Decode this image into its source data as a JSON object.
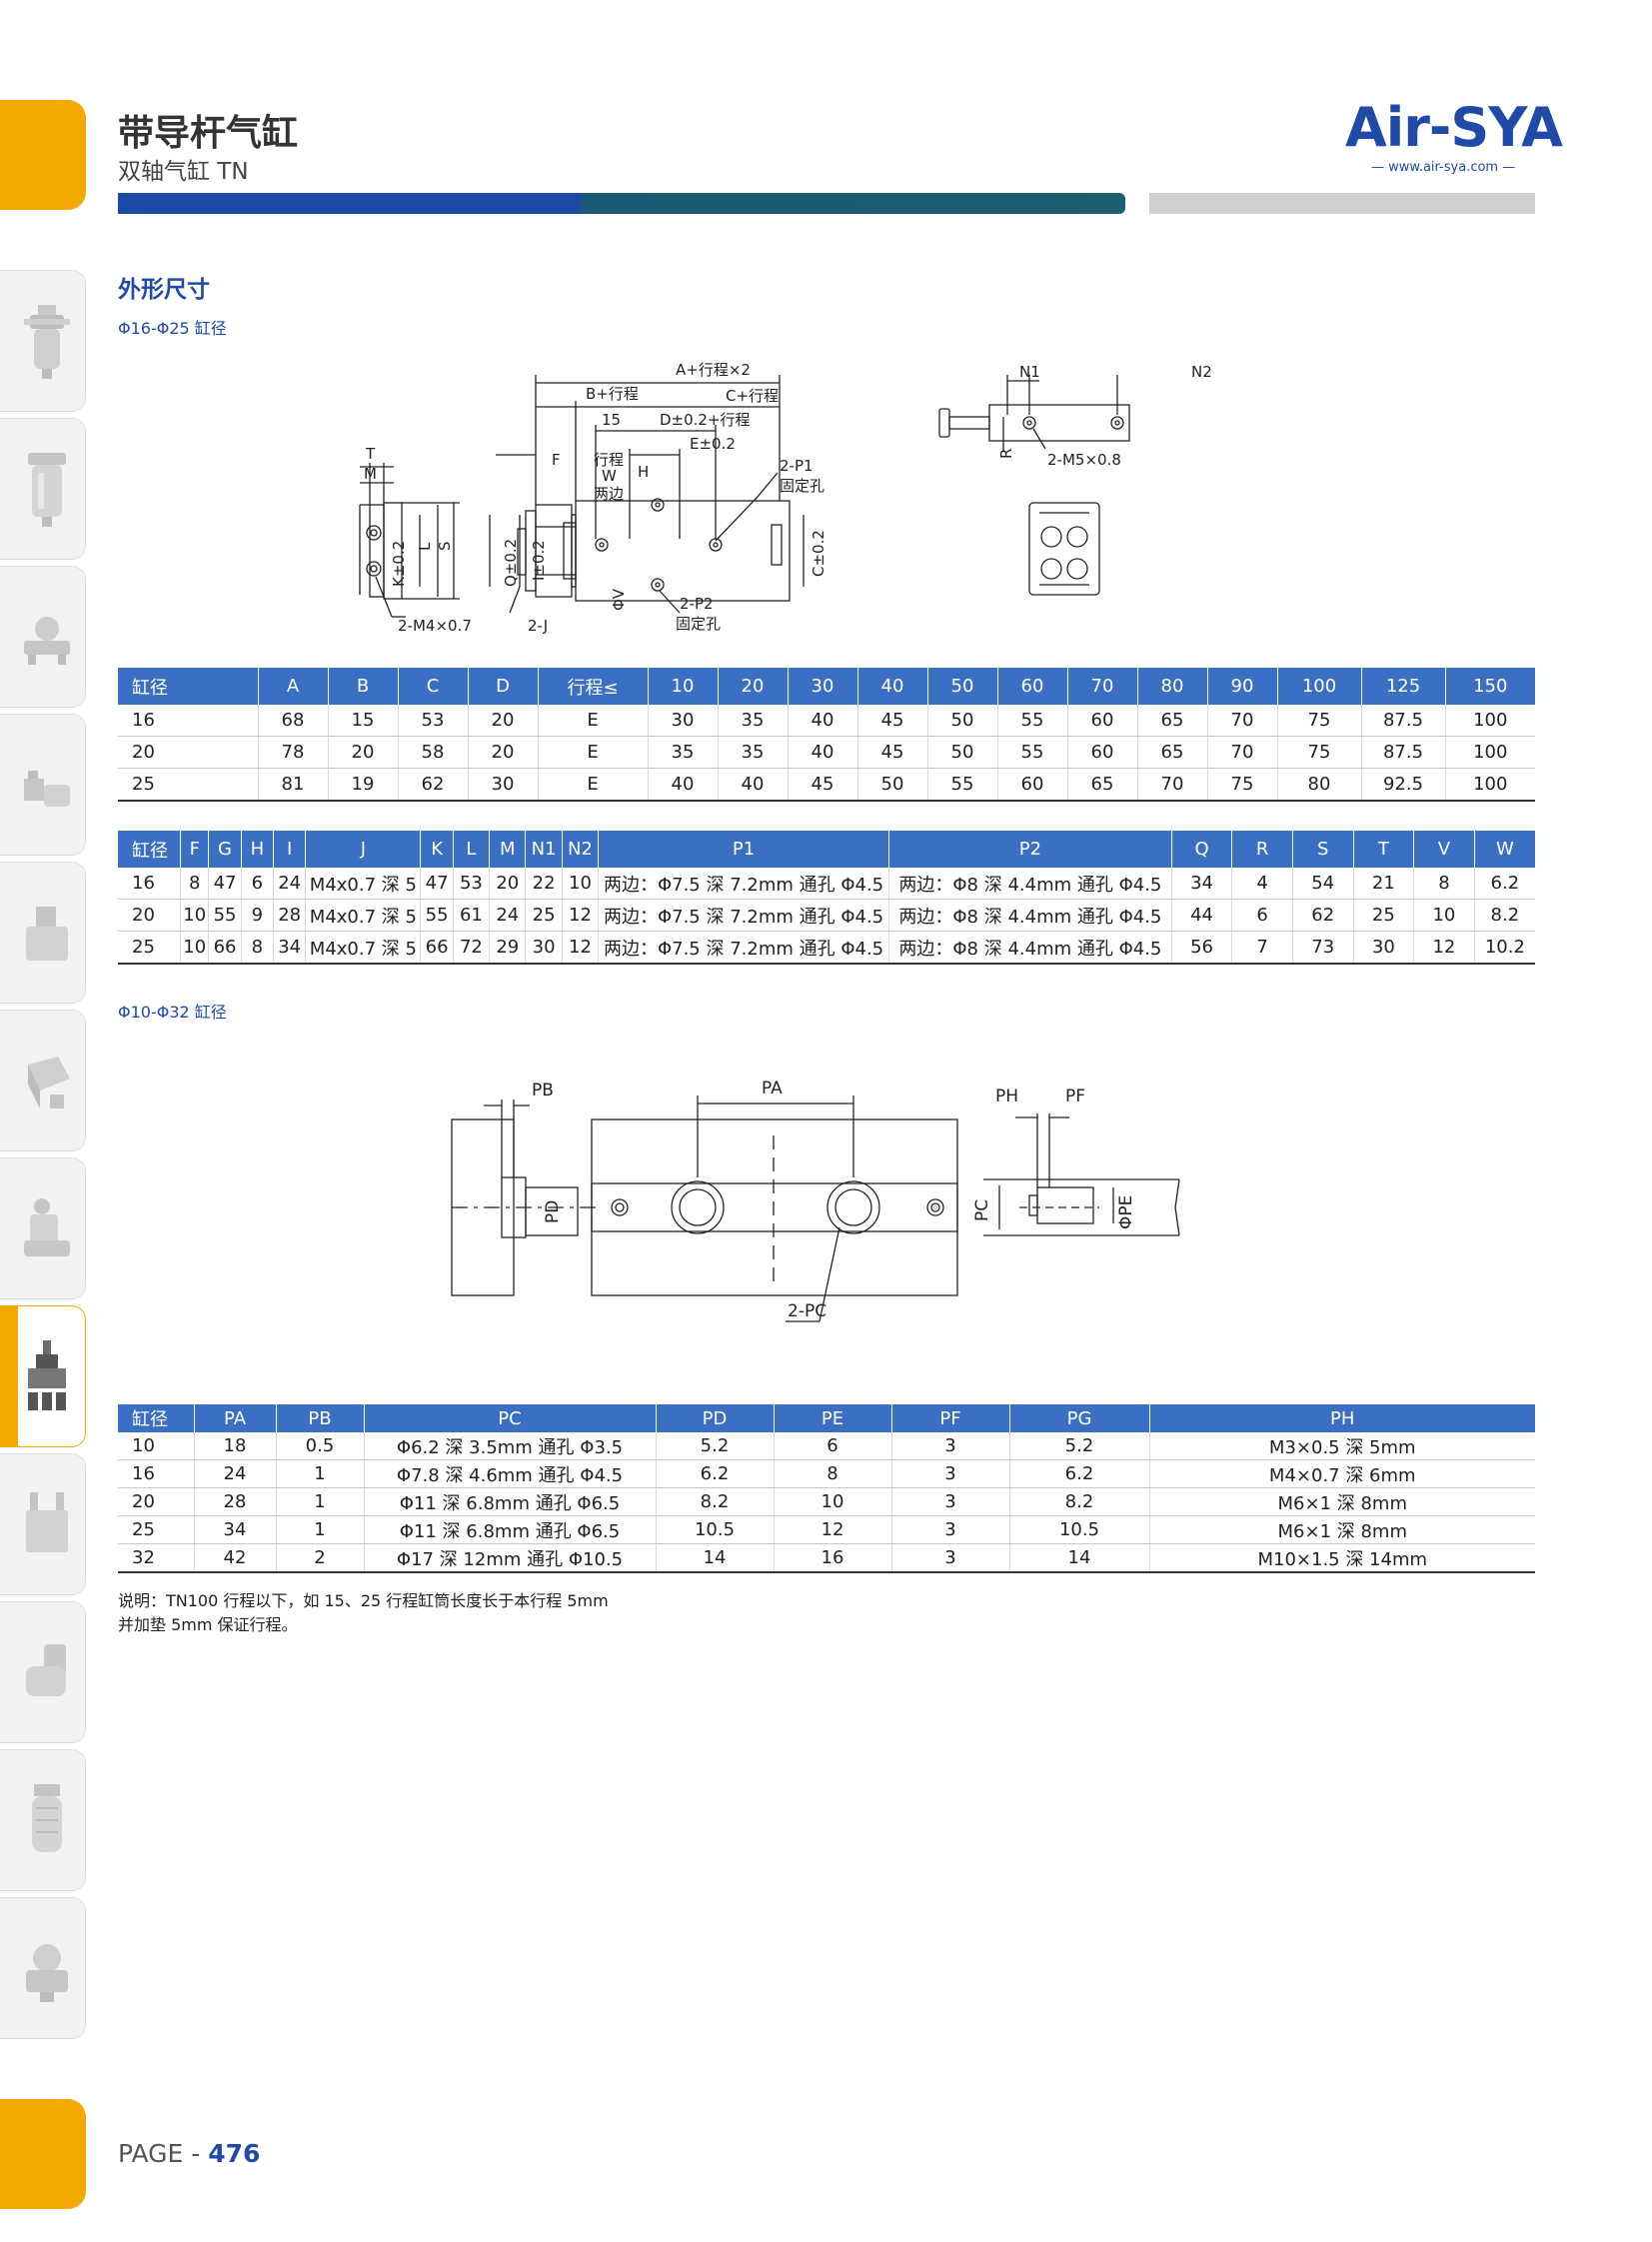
{
  "header": {
    "title": "带导杆气缸",
    "subtitle": "双轴气缸 TN",
    "logo": "Air-SYA",
    "logo_url": "— www.air-sya.com —"
  },
  "section": {
    "title": "外形尺寸",
    "caption1": "Φ16-Φ25 缸径",
    "caption2": "Φ10-Φ32 缸径"
  },
  "drawing1": {
    "labels": {
      "a": "A+行程×2",
      "b": "B+行程",
      "c": "C+行程",
      "d": "D±0.2+行程",
      "e": "E±0.2",
      "d15": "15",
      "f": "F",
      "h": "H",
      "stroke": "行程",
      "w": "W",
      "both": "两边",
      "t": "T",
      "m": "M",
      "k": "K±0.2",
      "l": "L",
      "s": "S",
      "q": "Q±0.2",
      "i": "I±0.2",
      "m4": "2-M4×0.7",
      "j": "2-J",
      "v": "ΦV",
      "p1": "2-P1",
      "p1b": "固定孔",
      "p2": "2-P2",
      "p2b": "固定孔",
      "cc": "C±0.2",
      "n1": "N1",
      "n2": "N2",
      "r": "R",
      "m5": "2-M5×0.8"
    }
  },
  "drawing2": {
    "labels": {
      "pb": "PB",
      "pa": "PA",
      "ph": "PH",
      "pf": "PF",
      "pd": "PD",
      "pc": "PC",
      "pe": "ΦPE",
      "pc2": "2-PC"
    }
  },
  "table1": {
    "headers": [
      "缸径",
      "A",
      "B",
      "C",
      "D",
      "行程≤",
      "10",
      "20",
      "30",
      "40",
      "50",
      "60",
      "70",
      "80",
      "90",
      "100",
      "125",
      "150"
    ],
    "rows": [
      [
        "16",
        "68",
        "15",
        "53",
        "20",
        "E",
        "30",
        "35",
        "40",
        "45",
        "50",
        "55",
        "60",
        "65",
        "70",
        "75",
        "87.5",
        "100"
      ],
      [
        "20",
        "78",
        "20",
        "58",
        "20",
        "E",
        "35",
        "35",
        "40",
        "45",
        "50",
        "55",
        "60",
        "65",
        "70",
        "75",
        "87.5",
        "100"
      ],
      [
        "25",
        "81",
        "19",
        "62",
        "30",
        "E",
        "40",
        "40",
        "45",
        "50",
        "55",
        "60",
        "65",
        "70",
        "75",
        "80",
        "92.5",
        "100"
      ]
    ]
  },
  "table2": {
    "headers": [
      "缸径",
      "F",
      "G",
      "H",
      "I",
      "J",
      "K",
      "L",
      "M",
      "N1",
      "N2",
      "P1",
      "P2",
      "Q",
      "R",
      "S",
      "T",
      "V",
      "W"
    ],
    "rows": [
      [
        "16",
        "8",
        "47",
        "6",
        "24",
        "M4x0.7 深 5",
        "47",
        "53",
        "20",
        "22",
        "10",
        "两边：Φ7.5 深 7.2mm 通孔 Φ4.5",
        "两边：Φ8 深 4.4mm 通孔 Φ4.5",
        "34",
        "4",
        "54",
        "21",
        "8",
        "6.2"
      ],
      [
        "20",
        "10",
        "55",
        "9",
        "28",
        "M4x0.7 深 5",
        "55",
        "61",
        "24",
        "25",
        "12",
        "两边：Φ7.5 深 7.2mm 通孔 Φ4.5",
        "两边：Φ8 深 4.4mm 通孔 Φ4.5",
        "44",
        "6",
        "62",
        "25",
        "10",
        "8.2"
      ],
      [
        "25",
        "10",
        "66",
        "8",
        "34",
        "M4x0.7 深 5",
        "66",
        "72",
        "29",
        "30",
        "12",
        "两边：Φ7.5 深 7.2mm 通孔 Φ4.5",
        "两边：Φ8 深 4.4mm 通孔 Φ4.5",
        "56",
        "7",
        "73",
        "30",
        "12",
        "10.2"
      ]
    ]
  },
  "table3": {
    "headers": [
      "缸径",
      "PA",
      "PB",
      "PC",
      "PD",
      "PE",
      "PF",
      "PG",
      "PH"
    ],
    "rows": [
      [
        "10",
        "18",
        "0.5",
        "Φ6.2 深 3.5mm 通孔 Φ3.5",
        "5.2",
        "6",
        "3",
        "5.2",
        "M3×0.5 深 5mm"
      ],
      [
        "16",
        "24",
        "1",
        "Φ7.8 深 4.6mm 通孔 Φ4.5",
        "6.2",
        "8",
        "3",
        "6.2",
        "M4×0.7 深 6mm"
      ],
      [
        "20",
        "28",
        "1",
        "Φ11 深 6.8mm 通孔 Φ6.5",
        "8.2",
        "10",
        "3",
        "8.2",
        "M6×1 深 8mm"
      ],
      [
        "25",
        "34",
        "1",
        "Φ11 深 6.8mm 通孔 Φ6.5",
        "10.5",
        "12",
        "3",
        "10.5",
        "M6×1 深 8mm"
      ],
      [
        "32",
        "42",
        "2",
        "Φ17 深 12mm 通孔 Φ10.5",
        "14",
        "16",
        "3",
        "14",
        "M10×1.5 深 14mm"
      ]
    ]
  },
  "note": {
    "line1": "说明：TN100 行程以下，如 15、25 行程缸筒长度长于本行程 5mm",
    "line2": "并加垫 5mm 保证行程。"
  },
  "footer": {
    "page_prefix": "PAGE - ",
    "page_number": "476"
  },
  "colors": {
    "accent_orange": "#f5a800",
    "brand_blue": "#1f4aa8",
    "table_header": "#3a6fc4"
  }
}
